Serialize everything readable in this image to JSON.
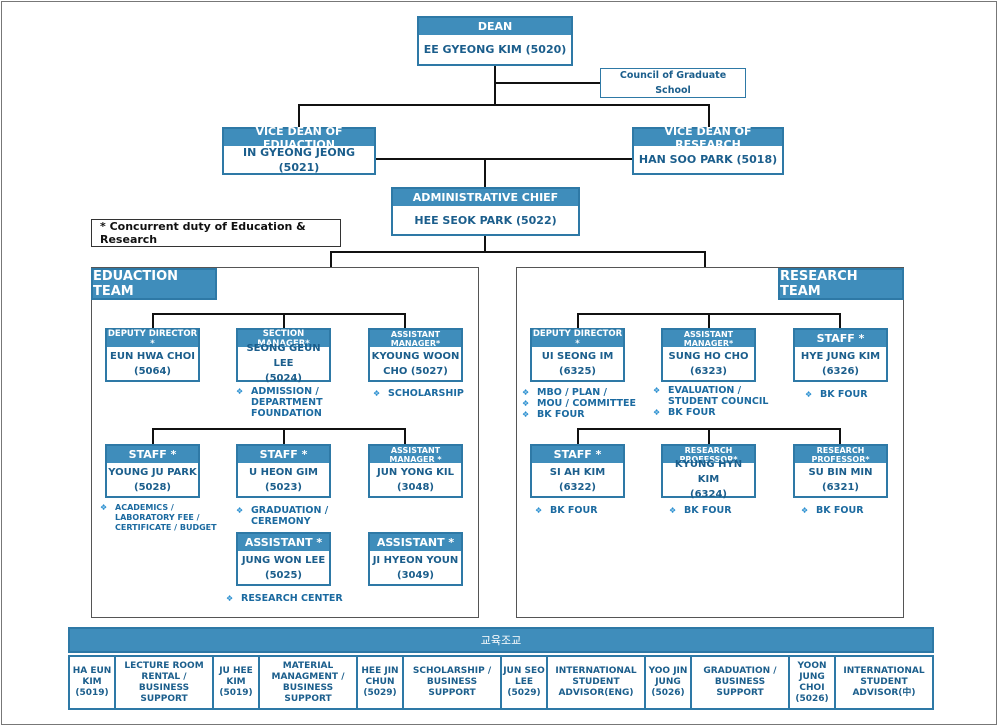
{
  "dean": {
    "title": "DEAN",
    "name": "EE GYEONG KIM (5020)"
  },
  "council": "Council of Graduate School",
  "vd_edu": {
    "title": "VICE DEAN OF EDUACTION",
    "name": "IN GYEONG JEONG (5021)"
  },
  "vd_res": {
    "title": "VICE DEAN OF RESEARCH",
    "name": "HAN SOO PARK (5018)"
  },
  "admin": {
    "title": "ADMINISTRATIVE CHIEF",
    "name": "HEE SEOK PARK (5022)"
  },
  "concurrent": "* Concurrent duty of Education & Research",
  "edu_team": "EDUACTION TEAM",
  "res_team": "RESEARCH TEAM",
  "edu": {
    "dd": {
      "title": "DEPUTY DIRECTOR *",
      "name": "EUN HWA CHOI",
      "ext": "(5064)"
    },
    "sm": {
      "title": "SECTION MANAGER*",
      "name": "SEONG GEUN LEE",
      "ext": "(5024)",
      "n1": "ADMISSION /",
      "n2": "DEPARTMENT",
      "n3": "FOUNDATION"
    },
    "am": {
      "title": "ASSISTANT MANAGER*",
      "name": "KYOUNG WOON",
      "ext": "CHO (5027)",
      "n1": "SCHOLARSHIP"
    },
    "st1": {
      "title": "STAFF *",
      "name": "YOUNG JU PARK",
      "ext": "(5028)",
      "n1": "ACADEMICS /",
      "n2": "LABORATORY FEE /",
      "n3": "CERTIFICATE / BUDGET"
    },
    "st2": {
      "title": "STAFF *",
      "name": "U HEON GIM",
      "ext": "(5023)",
      "n1": "GRADUATION /",
      "n2": "CEREMONY"
    },
    "am2": {
      "title": "ASSISTANT MANAGER *",
      "name": "JUN YONG KIL",
      "ext": "(3048)"
    },
    "as1": {
      "title": "ASSISTANT *",
      "name": "JUNG WON LEE",
      "ext": "(5025)",
      "n1": "RESEARCH CENTER"
    },
    "as2": {
      "title": "ASSISTANT *",
      "name": "JI HYEON YOUN",
      "ext": "(3049)"
    }
  },
  "res": {
    "dd": {
      "title": "DEPUTY DIRECTOR *",
      "name": "UI SEONG IM",
      "ext": "(6325)",
      "n1": "MBO / PLAN /",
      "n2": "MOU / COMMITTEE",
      "n3": "BK FOUR"
    },
    "am": {
      "title": "ASSISTANT MANAGER*",
      "name": "SUNG HO CHO",
      "ext": "(6323)",
      "n1": "EVALUATION /",
      "n2": "STUDENT COUNCIL",
      "n3": "BK FOUR"
    },
    "st": {
      "title": "STAFF *",
      "name": "HYE JUNG KIM",
      "ext": "(6326)",
      "n1": "BK FOUR"
    },
    "st2": {
      "title": "STAFF *",
      "name": "SI AH KIM",
      "ext": "(6322)",
      "n1": "BK FOUR"
    },
    "rp1": {
      "title": "RESEARCH PROFESSOR*",
      "name": "KYUNG HYN KIM",
      "ext": "(6324)",
      "n1": "BK FOUR"
    },
    "rp2": {
      "title": "RESEARCH PROFESSOR*",
      "name": "SU BIN MIN",
      "ext": "(6321)",
      "n1": "BK FOUR"
    }
  },
  "bar": "교육조교",
  "cells": [
    {
      "t": "HA EUN KIM (5019)"
    },
    {
      "t": "LECTURE ROOM RENTAL / BUSINESS SUPPORT"
    },
    {
      "t": "JU HEE KIM (5019)"
    },
    {
      "t": "MATERIAL MANAGMENT / BUSINESS SUPPORT"
    },
    {
      "t": "HEE JIN CHUN (5029)"
    },
    {
      "t": "SCHOLARSHIP / BUSINESS SUPPORT"
    },
    {
      "t": "JUN SEO LEE (5029)"
    },
    {
      "t": "INTERNATIONAL STUDENT ADVISOR(ENG)"
    },
    {
      "t": "YOO JIN JUNG (5026)"
    },
    {
      "t": "GRADUATION / BUSINESS SUPPORT"
    },
    {
      "t": "YOON JUNG CHOI (5026)"
    },
    {
      "t": "INTERNATIONAL STUDENT ADVISOR(中)"
    }
  ]
}
